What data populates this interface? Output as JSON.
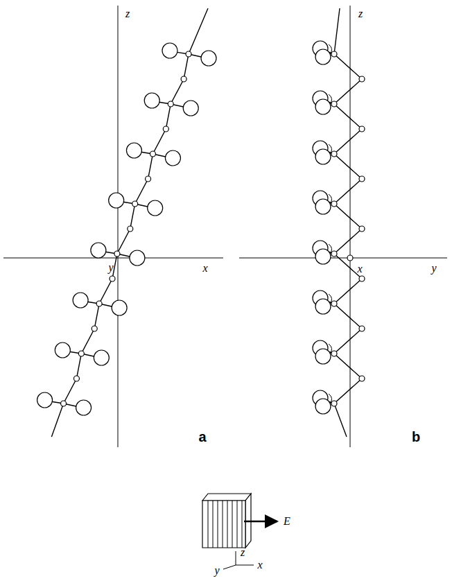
{
  "diagram": {
    "labels": [
      "z",
      "y",
      "x",
      "a",
      "z",
      "x",
      "y",
      "b",
      "E",
      "y",
      "z",
      "x"
    ]
  }
}
